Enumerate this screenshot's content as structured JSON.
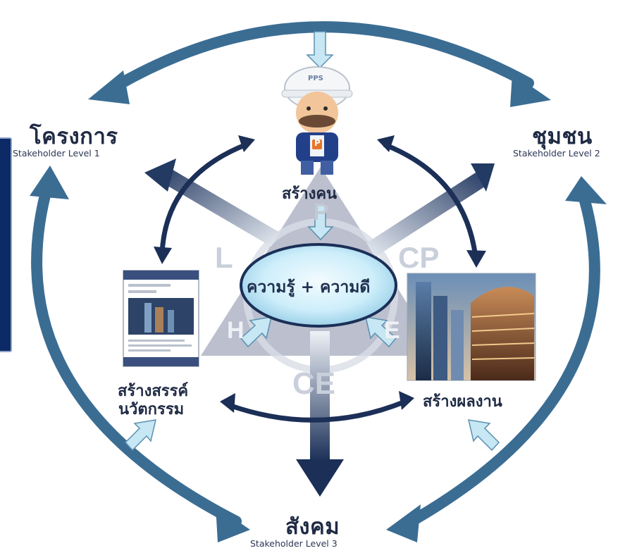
{
  "nodes": {
    "project": {
      "title": "โครงการ",
      "subtitle": "Stakeholder Level 1"
    },
    "community": {
      "title": "ชุมชน",
      "subtitle": "Stakeholder Level 2"
    },
    "society": {
      "title": "สังคม",
      "subtitle": "Stakeholder Level 3"
    },
    "people": {
      "title": "สร้างคน"
    },
    "innovation": {
      "line1": "สร้างสรรค์",
      "line2": "นวัตกรรม"
    },
    "performance": {
      "title": "สร้างผลงาน"
    }
  },
  "center": {
    "label": "ความรู้ + ความดี"
  },
  "triangle_letters": {
    "top": "P",
    "left": "L",
    "right": "CP",
    "bottom_left": "H",
    "bottom_right": "E",
    "bottom": "CE"
  },
  "helmet_text": "PPS",
  "vest_letter": "P",
  "colors": {
    "outer_ring": "#3b6d93",
    "inner_arrows": "#1b2f57",
    "light_arrow": "#bfe2ef",
    "ellipse": "#bfe6f4",
    "triangle": "#b7bccb"
  }
}
